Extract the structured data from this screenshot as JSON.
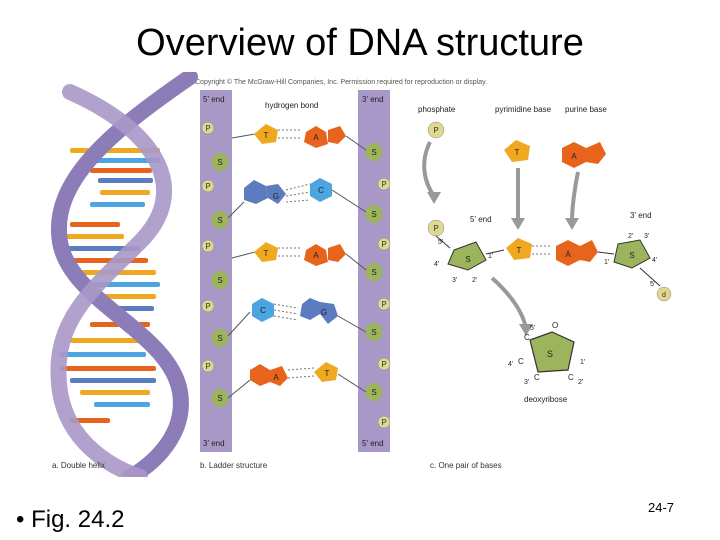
{
  "slide": {
    "title": "Overview of DNA structure",
    "bullet": "Fig. 24.2",
    "slide_number": "24-7"
  },
  "figure": {
    "copyright": "Copyright © The McGraw-Hill Companies, Inc. Permission required for reproduction or display.",
    "ladder": {
      "five_end_top": "5' end",
      "three_end_top": "3' end",
      "three_end_bottom": "3' end",
      "five_end_bottom": "5' end",
      "hydrogen_bond": "hydrogen bond",
      "left_backbone": [
        "P",
        "S",
        "P",
        "S",
        "P",
        "S",
        "P",
        "S",
        "P",
        "S"
      ],
      "right_backbone": [
        "S",
        "P",
        "S",
        "P",
        "S",
        "P",
        "S",
        "P",
        "S",
        "P"
      ],
      "pairs": [
        {
          "left": "T",
          "right": "A"
        },
        {
          "left": "G",
          "right": "C"
        },
        {
          "left": "T",
          "right": "A"
        },
        {
          "left": "C",
          "right": "G"
        },
        {
          "left": "A",
          "right": "T"
        }
      ]
    },
    "bases": {
      "phosphate": "phosphate",
      "pyrimidine": "pyrimidine base",
      "purine": "purine base",
      "p": "P",
      "t": "T",
      "a": "A",
      "s": "S",
      "five_end": "5' end",
      "three_end": "3' end",
      "deoxyribose": "deoxyribose",
      "carbon_labels": [
        "5'",
        "4'",
        "3'",
        "2'",
        "1'",
        "2'",
        "3'",
        "4'",
        "5'",
        "1'"
      ],
      "ring_labels": [
        "C",
        "C",
        "C",
        "C",
        "O",
        "S"
      ],
      "ring_numbers": [
        "5'",
        "4'",
        "3'",
        "2'",
        "1'"
      ],
      "d": "d"
    },
    "captions": {
      "a": "a. Double helix",
      "b": "b. Ladder structure",
      "c": "c. One pair of bases"
    },
    "colors": {
      "backbone": "#a898c8",
      "phosphate": "#e0d890",
      "sugar": "#9cb45c",
      "thymine": "#f0a820",
      "adenine": "#e8641c",
      "guanine": "#5c7cc0",
      "cytosine": "#4ca4e0",
      "helix_strand": "#8c7cb8"
    }
  }
}
